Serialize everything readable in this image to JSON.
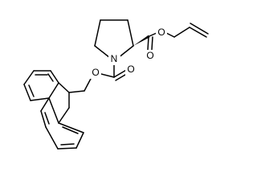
{
  "molecule": {
    "atom_labels": {
      "ester_oxygen": "O",
      "ester_carbonyl_oxygen": "O",
      "ring_nitrogen": "N",
      "carbamate_carbonyl_oxygen": "O",
      "carbamate_ether_oxygen": "O"
    }
  }
}
